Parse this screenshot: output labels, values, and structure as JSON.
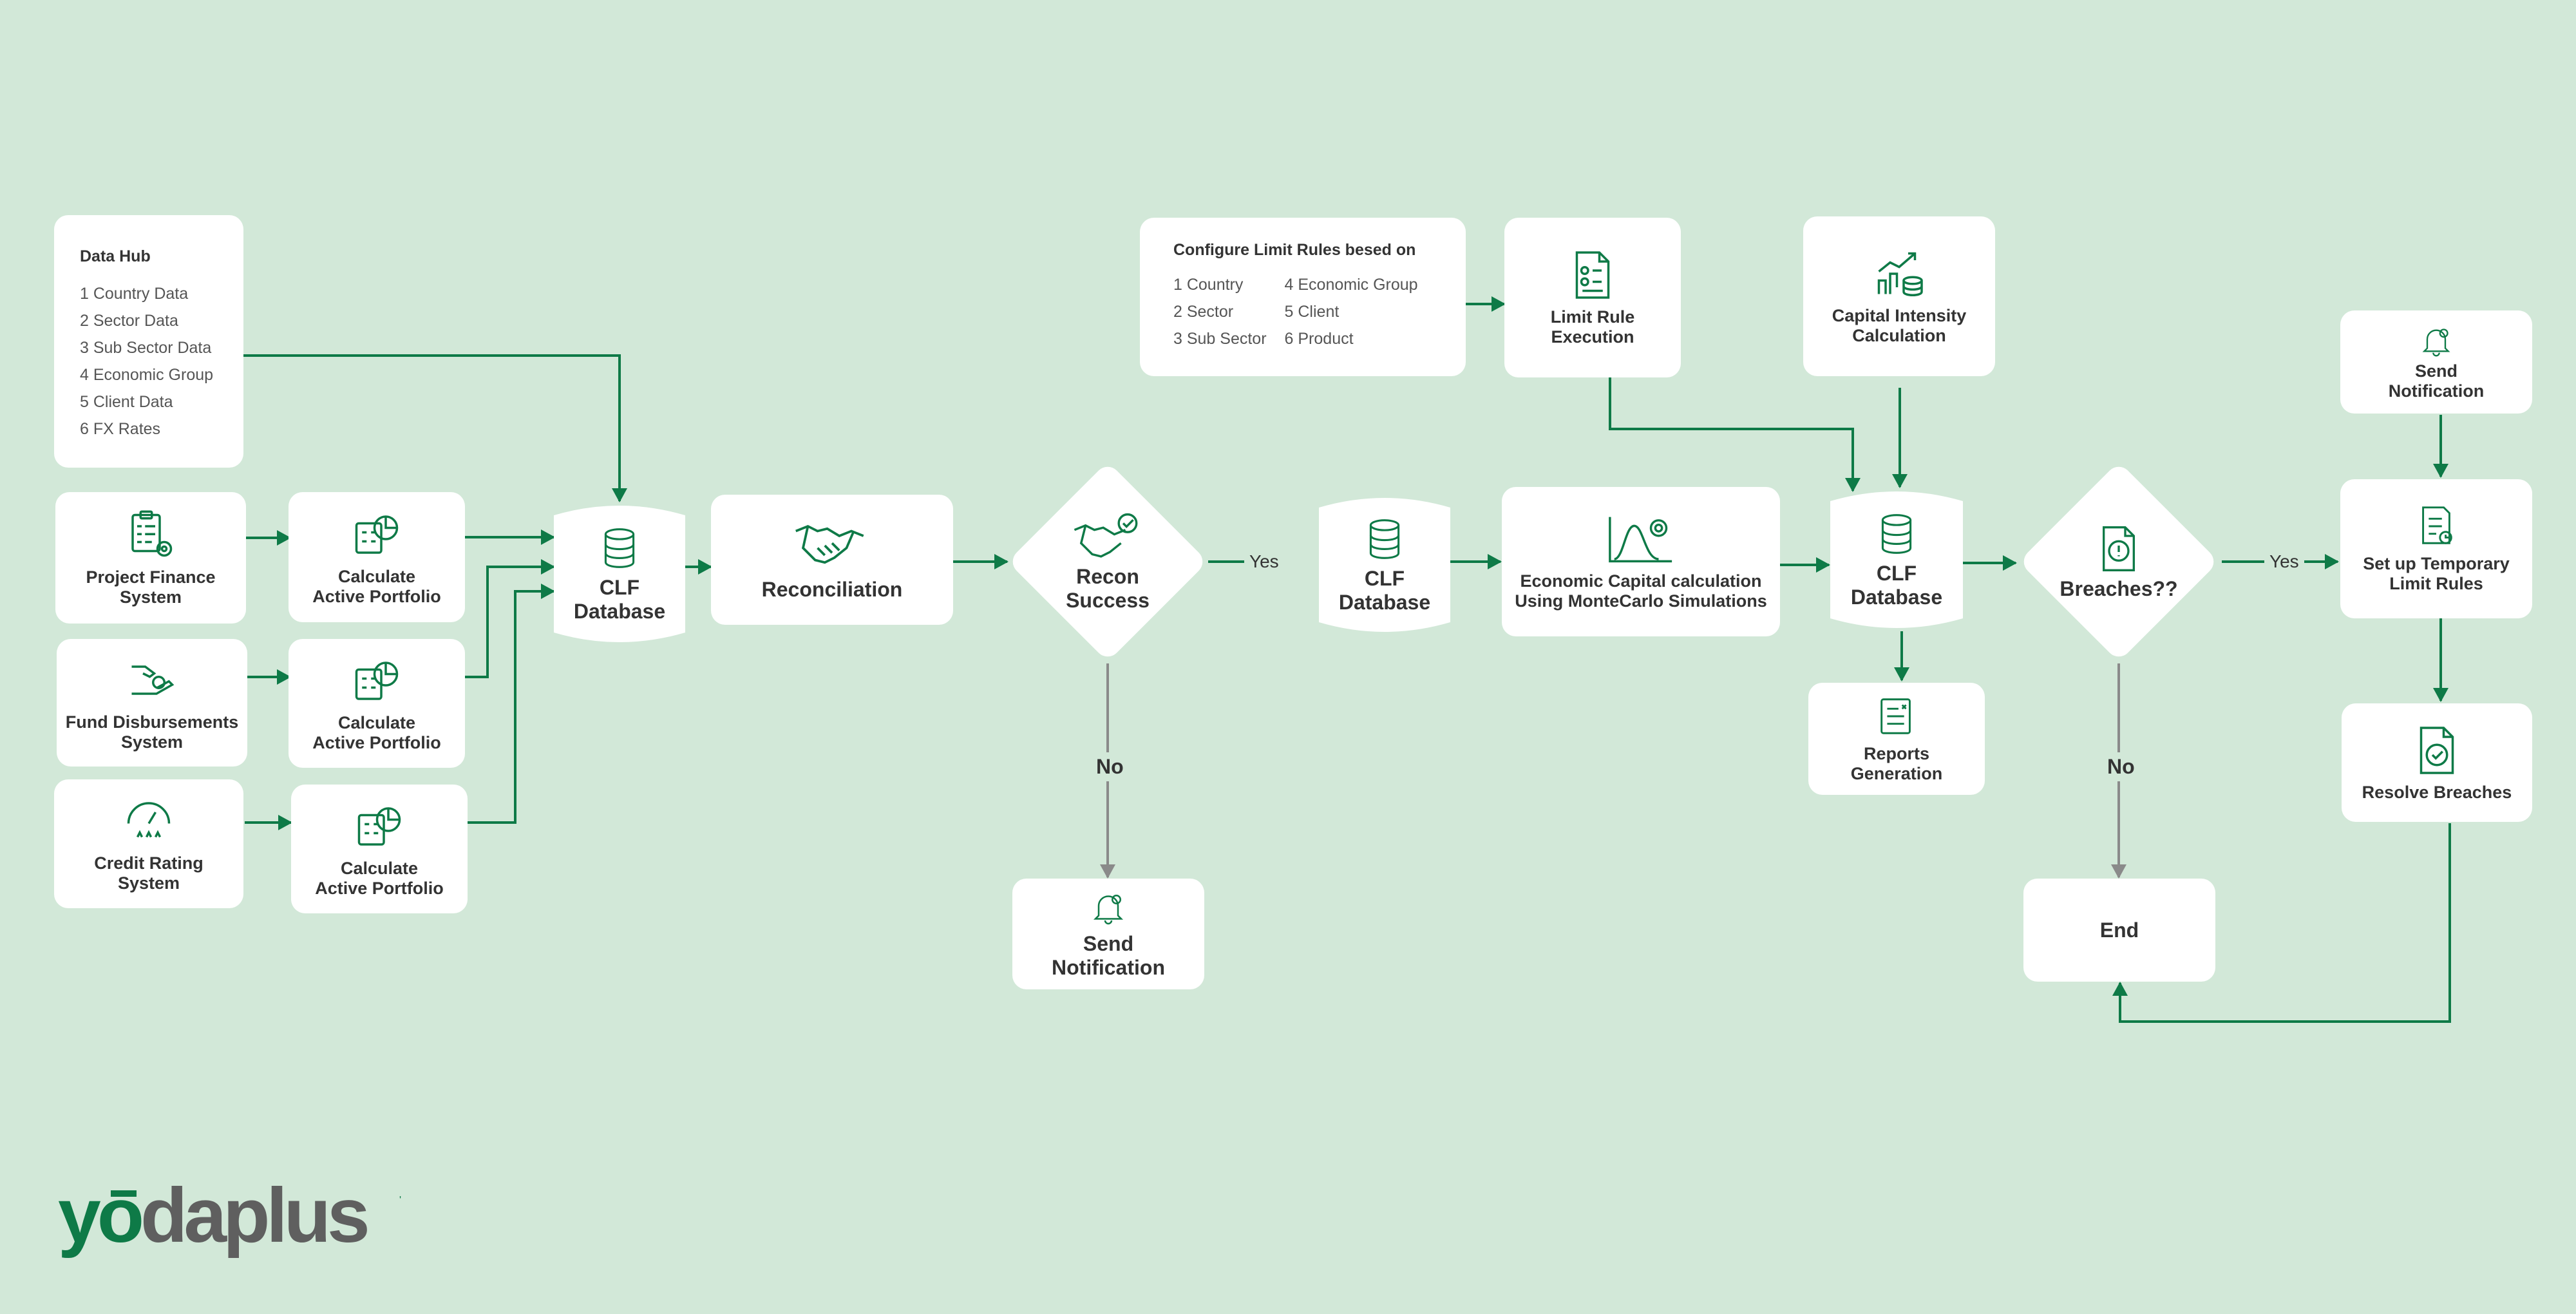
{
  "brand": {
    "logo_text": "yodaplus",
    "primary": "#0e7a47",
    "accent": "#0a6e3d",
    "background": "#d2e8d8",
    "arrow_gray": "#8a8a8a"
  },
  "data_hub": {
    "title": "Data Hub",
    "items": [
      "1 Country Data",
      "2 Sector Data",
      "3 Sub Sector Data",
      "4 Economic Group",
      "5 Client Data",
      "6 FX Rates"
    ]
  },
  "sources": {
    "project_finance": "Project Finance\nSystem",
    "fund_disbursements": "Fund Disbursements\nSystem",
    "credit_rating": "Credit Rating\nSystem"
  },
  "calculate": [
    "Calculate\nActive Portfolio",
    "Calculate\nActive Portfolio",
    "Calculate\nActive Portfolio"
  ],
  "clf_db": "CLF\nDatabase",
  "reconciliation": "Reconciliation",
  "recon_success": "Recon\nSuccess",
  "edge_labels": {
    "yes": "Yes",
    "no": "No"
  },
  "send_notification": "Send\nNotification",
  "config": {
    "title": "Configure Limit Rules besed on",
    "col1": [
      "1 Country",
      "2 Sector",
      "3 Sub Sector"
    ],
    "col2": [
      "4 Economic Group",
      "5 Client",
      "6 Product"
    ]
  },
  "limit_rule": "Limit Rule\nExecution",
  "capital_intensity": "Capital Intensity\nCalculation",
  "economic_capital": "Economic Capital calculation\nUsing MonteCarlo Simulations",
  "reports": "Reports\nGeneration",
  "breaches": "Breaches??",
  "end": "End",
  "set_up": "Set up Temporary\nLimit Rules",
  "resolve": "Resolve Breaches",
  "icons": [
    "checklist-gear-icon",
    "calculator-chart-icon",
    "hand-coin-icon",
    "gauge-stars-icon",
    "database-icon",
    "handshake-icon",
    "handshake-check-icon",
    "bell-icon",
    "checklist-doc-icon",
    "chart-coins-icon",
    "bell-curve-icon",
    "report-doc-icon",
    "alert-doc-icon",
    "doc-clock-icon",
    "doc-check-icon"
  ]
}
